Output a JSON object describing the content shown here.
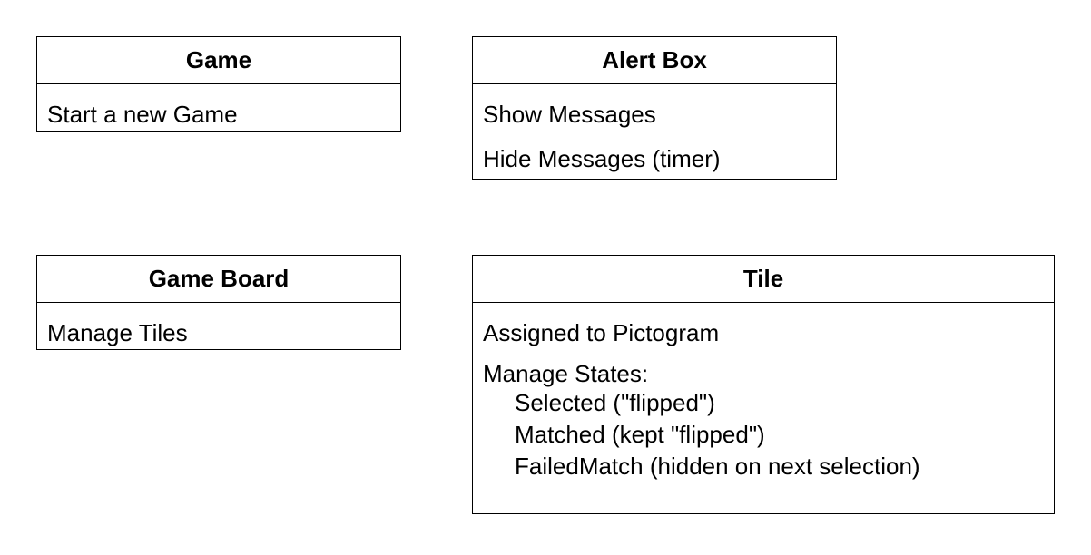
{
  "game": {
    "title": "Game",
    "items": [
      "Start a new Game"
    ]
  },
  "alert_box": {
    "title": "Alert Box",
    "items": [
      "Show Messages",
      "Hide Messages (timer)"
    ]
  },
  "game_board": {
    "title": "Game Board",
    "items": [
      "Manage Tiles"
    ]
  },
  "tile": {
    "title": "Tile",
    "items": [
      "Assigned to Pictogram",
      "Manage States:"
    ],
    "states": [
      "Selected (\"flipped\")",
      "Matched (kept \"flipped\")",
      "FailedMatch (hidden on next selection)"
    ]
  }
}
